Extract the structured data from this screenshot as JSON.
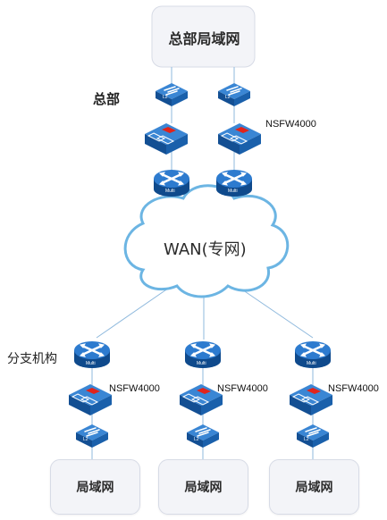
{
  "headquarters": {
    "lan_label": "总部局域网",
    "site_label": "总部",
    "firewall_label": "NSFW4000",
    "switch_label": "L2",
    "router_label": "Multi"
  },
  "wan": {
    "label": "WAN(专网)"
  },
  "branches": {
    "site_label": "分支机构",
    "items": [
      {
        "firewall_label": "NSFW4000",
        "lan_label": "局域网",
        "switch_label": "L2",
        "router_label": "Multi"
      },
      {
        "firewall_label": "NSFW4000",
        "lan_label": "局域网",
        "switch_label": "L2",
        "router_label": "Multi"
      },
      {
        "firewall_label": "NSFW4000",
        "lan_label": "局域网",
        "switch_label": "L2",
        "router_label": "Multi"
      }
    ]
  },
  "colors": {
    "device_blue": "#1e5fa8",
    "device_light": "#4b8fd6",
    "cloud_stroke": "#6cb5e3",
    "link_line": "#8fb9dd",
    "firewall_red": "#e2231a"
  },
  "icons": [
    "router-icon",
    "firewall-icon",
    "switch-icon",
    "cloud-icon"
  ]
}
